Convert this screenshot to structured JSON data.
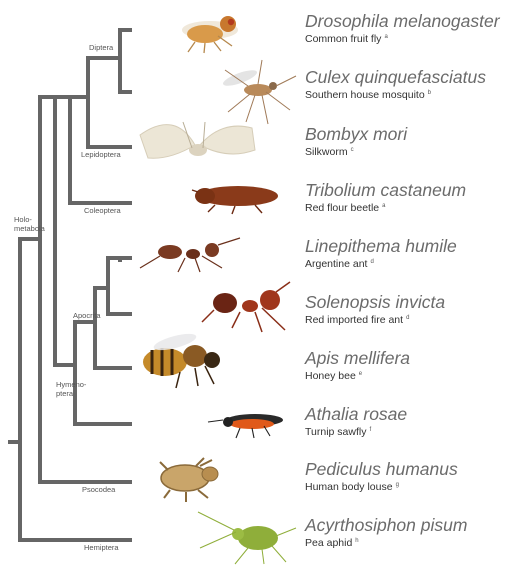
{
  "clades": {
    "holometabola_1": "Holo-",
    "holometabola_2": "metabola",
    "diptera": "Diptera",
    "lepidoptera": "Lepidoptera",
    "coleoptera": "Coleoptera",
    "apocrita": "Apocrita",
    "hymenoptera_1": "Hymeno-",
    "hymenoptera_2": "ptera",
    "psocodea": "Psocodea",
    "hemiptera": "Hemiptera"
  },
  "taxa": [
    {
      "scientific": "Drosophila melanogaster",
      "common": "Common fruit fly",
      "note": "a",
      "icon": "fruit-fly-icon",
      "color": "#d99a4a"
    },
    {
      "scientific": "Culex quinquefasciatus",
      "common": "Southern house mosquito",
      "note": "b",
      "icon": "mosquito-icon",
      "color": "#b98a5a"
    },
    {
      "scientific": "Bombyx mori",
      "common": "Silkworm",
      "note": "c",
      "icon": "silk-moth-icon",
      "color": "#ece6d6"
    },
    {
      "scientific": "Tribolium castaneum",
      "common": "Red flour beetle",
      "note": "a",
      "icon": "flour-beetle-icon",
      "color": "#8a3a1a"
    },
    {
      "scientific": "Linepithema humile",
      "common": "Argentine ant",
      "note": "d",
      "icon": "argentine-ant-icon",
      "color": "#7a3a22"
    },
    {
      "scientific": "Solenopsis invicta",
      "common": "Red imported fire ant",
      "note": "d",
      "icon": "fire-ant-icon",
      "color": "#a0361c"
    },
    {
      "scientific": "Apis mellifera",
      "common": "Honey bee",
      "note": "e",
      "icon": "honey-bee-icon",
      "color": "#c58a2a"
    },
    {
      "scientific": "Athalia rosae",
      "common": "Turnip sawfly",
      "note": "f",
      "icon": "sawfly-icon",
      "color": "#e0591a"
    },
    {
      "scientific": "Pediculus humanus",
      "common": "Human body louse",
      "note": "g",
      "icon": "body-louse-icon",
      "color": "#c9a56a"
    },
    {
      "scientific": "Acyrthosiphon pisum",
      "common": "Pea aphid",
      "note": "h",
      "icon": "pea-aphid-icon",
      "color": "#8fae3a"
    }
  ],
  "colors": {
    "branch": "#666666"
  }
}
